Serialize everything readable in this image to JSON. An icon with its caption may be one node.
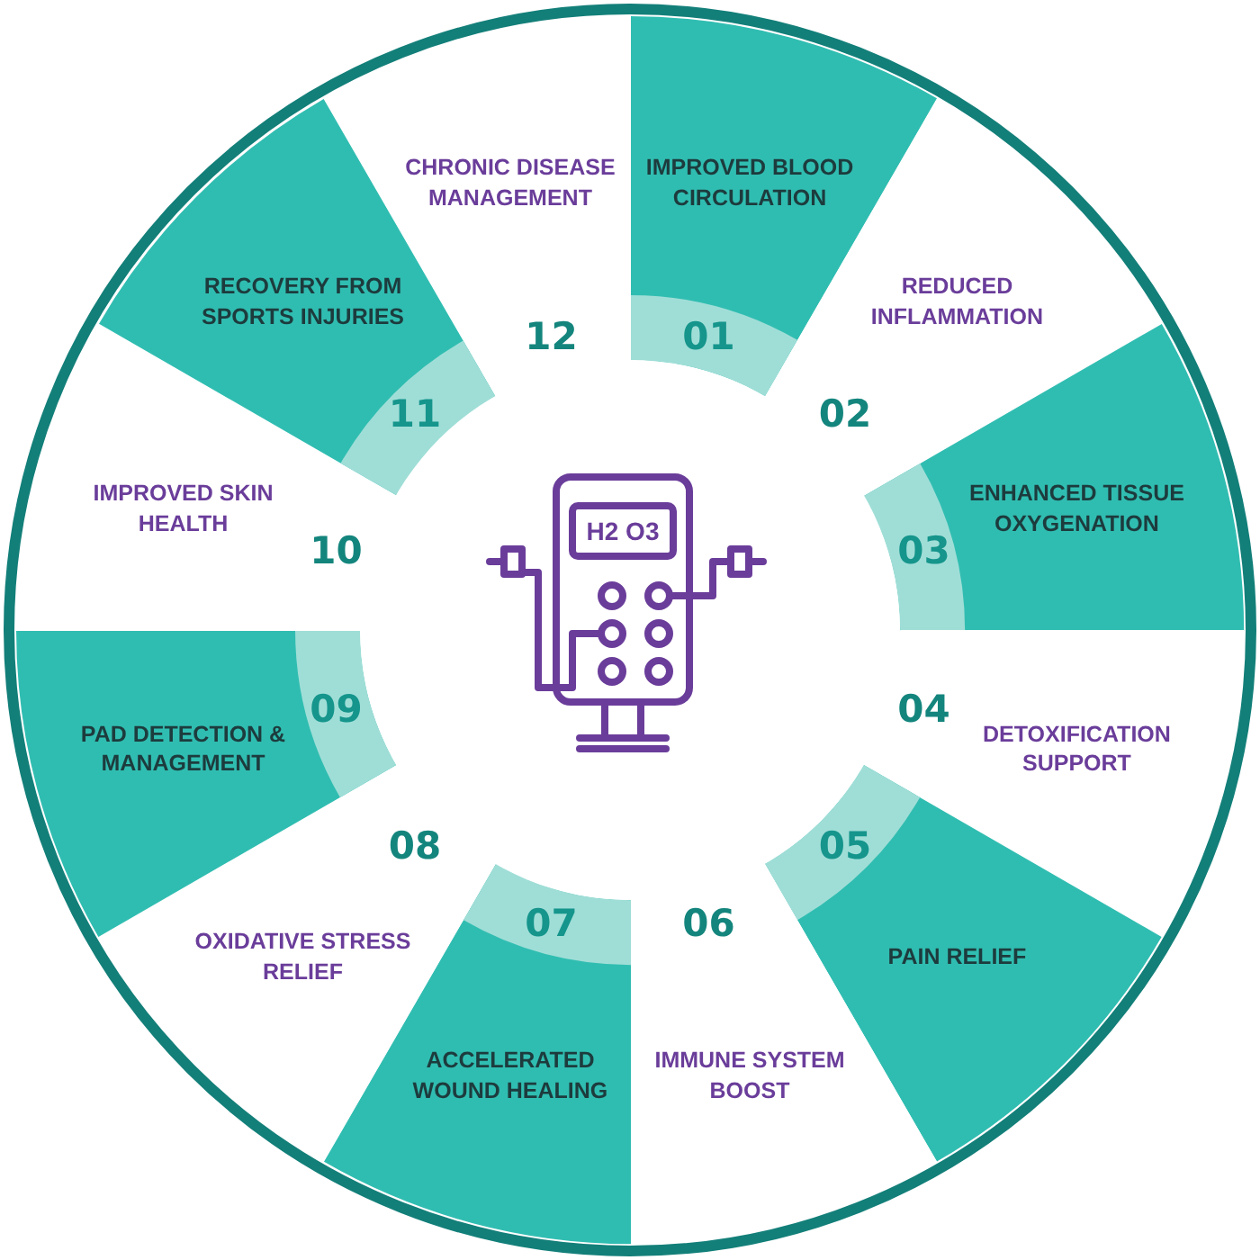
{
  "diagram": {
    "nodes": [
      {
        "text": [
          "IMPROVED BLOOD CIRCULATION",
          "01"
        ]
      },
      {
        "text": [
          "REDUCED INFLAMMATION",
          "02"
        ]
      },
      {
        "text": [
          "03",
          "ENHANCED TISSUE OXYGENATION"
        ]
      },
      {
        "text": [
          "04",
          "DETOXIFICATION SUPPORT"
        ]
      },
      {
        "text": [
          "05",
          "PAIN RELIEF"
        ]
      },
      {
        "text": [
          "06",
          "IMMUNE SYSTEM BOOST"
        ]
      },
      {
        "text": [
          "07",
          "ACCELERATED WOUND HEALING"
        ]
      },
      {
        "text": [
          "08",
          "OXIDATIVE STRESS RELIEF"
        ]
      },
      {
        "text": [
          "09",
          "PAD DETECTION & MANAGEMENT"
        ]
      },
      {
        "text": [
          "10",
          "IMPROVED SKIN HEALTH"
        ]
      },
      {
        "text": [
          "RECOVERY FROM SPORTS INJURIES",
          "11"
        ]
      },
      {
        "text": [
          "CHRONIC DISEASE MANAGEMENT",
          "12"
        ]
      }
    ],
    "labels": [
      "H2 O3"
    ]
  }
}
